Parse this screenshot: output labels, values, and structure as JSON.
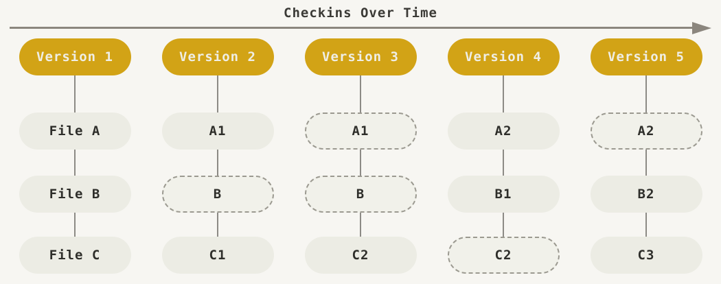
{
  "title": "Checkins Over Time",
  "colors": {
    "background": "#F7F6F2",
    "title_text": "#3B3A36",
    "arrow": "#8B867E",
    "line": "#8C8A85",
    "version_fill": "#D2A316",
    "version_text": "#EFEEE6",
    "file_fill": "#ECECE4",
    "file_text": "#2E2E2A",
    "dashed_fill": "#F1F1EA",
    "dashed_border": "#9B9990"
  },
  "columns": [
    {
      "version": "Version 1",
      "files": [
        {
          "label": "File A",
          "dashed": false
        },
        {
          "label": "File B",
          "dashed": false
        },
        {
          "label": "File C",
          "dashed": false
        }
      ]
    },
    {
      "version": "Version 2",
      "files": [
        {
          "label": "A1",
          "dashed": false
        },
        {
          "label": "B",
          "dashed": true
        },
        {
          "label": "C1",
          "dashed": false
        }
      ]
    },
    {
      "version": "Version 3",
      "files": [
        {
          "label": "A1",
          "dashed": true
        },
        {
          "label": "B",
          "dashed": true
        },
        {
          "label": "C2",
          "dashed": false
        }
      ]
    },
    {
      "version": "Version 4",
      "files": [
        {
          "label": "A2",
          "dashed": false
        },
        {
          "label": "B1",
          "dashed": false
        },
        {
          "label": "C2",
          "dashed": true
        }
      ]
    },
    {
      "version": "Version 5",
      "files": [
        {
          "label": "A2",
          "dashed": true
        },
        {
          "label": "B2",
          "dashed": false
        },
        {
          "label": "C3",
          "dashed": false
        }
      ]
    }
  ]
}
